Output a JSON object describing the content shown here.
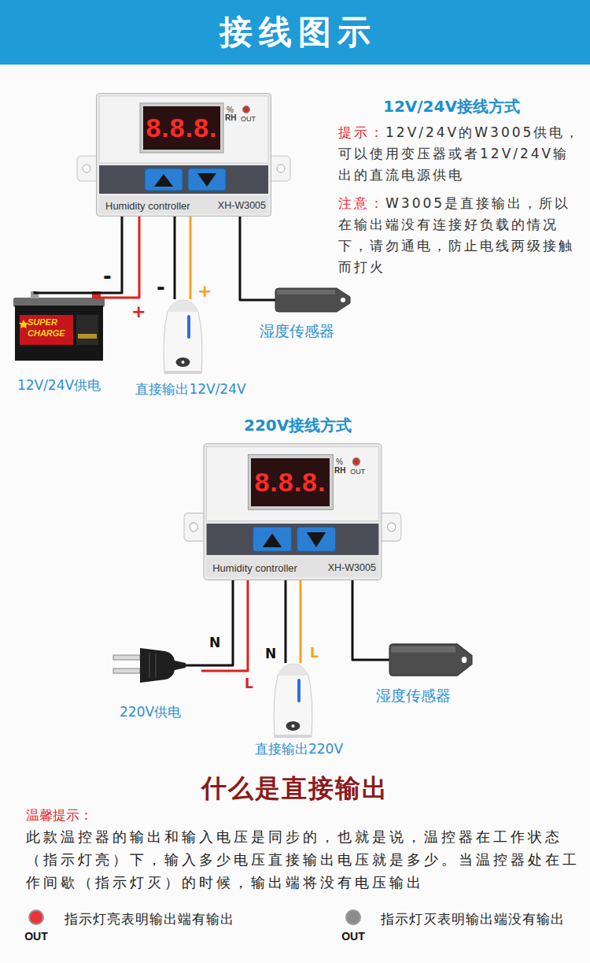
{
  "diagram": {
    "title": "接线图示",
    "nodes": [
      {
        "text": [
          "Humidity controller",
          "XH-W3005"
        ]
      },
      {
        "text": [
          "8.8.8."
        ],
        "in": 0
      },
      {
        "text": [
          "SUPER CHARGE",
          "12V/24V供电"
        ]
      },
      {
        "text": [
          "直接输出12V/24V"
        ]
      },
      {
        "text": [
          "湿度传感器"
        ]
      },
      {
        "text": [
          "Humidity controller",
          "XH-W3005"
        ]
      },
      {
        "text": [
          "8.8.8."
        ],
        "in": 5
      },
      {
        "text": [
          "220V供电"
        ]
      },
      {
        "text": [
          "直接输出220V"
        ]
      },
      {
        "text": [
          "湿度传感器"
        ]
      }
    ],
    "edges": [
      {
        "from": 0,
        "to": 2,
        "arrow": "none",
        "label": "-"
      },
      {
        "from": 0,
        "to": 2,
        "arrow": "none",
        "label": "+"
      },
      {
        "from": 0,
        "to": 3,
        "arrow": "none",
        "label": "-"
      },
      {
        "from": 0,
        "to": 3,
        "arrow": "none",
        "label": "+"
      },
      {
        "from": 0,
        "to": 4,
        "arrow": "none"
      },
      {
        "from": 5,
        "to": 7,
        "arrow": "none",
        "label": "N"
      },
      {
        "from": 5,
        "to": 7,
        "arrow": "none",
        "label": "L"
      },
      {
        "from": 5,
        "to": 8,
        "arrow": "none",
        "label": "N"
      },
      {
        "from": 5,
        "to": 8,
        "arrow": "none",
        "label": "L"
      },
      {
        "from": 5,
        "to": 9,
        "arrow": "none"
      }
    ],
    "labels": [
      "%",
      "RH",
      "OUT",
      "12V/24V接线方式",
      "提示：",
      "12V/24V的W3005供电，可以使用变压器或者12V/24V输出的直流电源供电",
      "注意：",
      "W3005是直接输出，所以在输出端没有连接好负载的情况下，请勿通电，防止电线两级接触而打火",
      "220V接线方式",
      "%",
      "RH",
      "OUT",
      "什么是直接输出",
      "温馨提示：",
      "此款温控器的输出和输入电压是同步的，也就是说，温控器在工作状态（指示灯亮）下，输入多少电压直接输出电压就是多少。当温控器处在工作间歇（指示灯灭）的时候，输出端将没有电压输出",
      "OUT",
      "OUT"
    ],
    "legend": [
      {
        "text": "指示灯亮表明输出端有输出",
        "color": "#e8343a"
      },
      {
        "text": "指示灯灭表明输出端没有输出",
        "color": "#8c8c8c"
      }
    ]
  }
}
